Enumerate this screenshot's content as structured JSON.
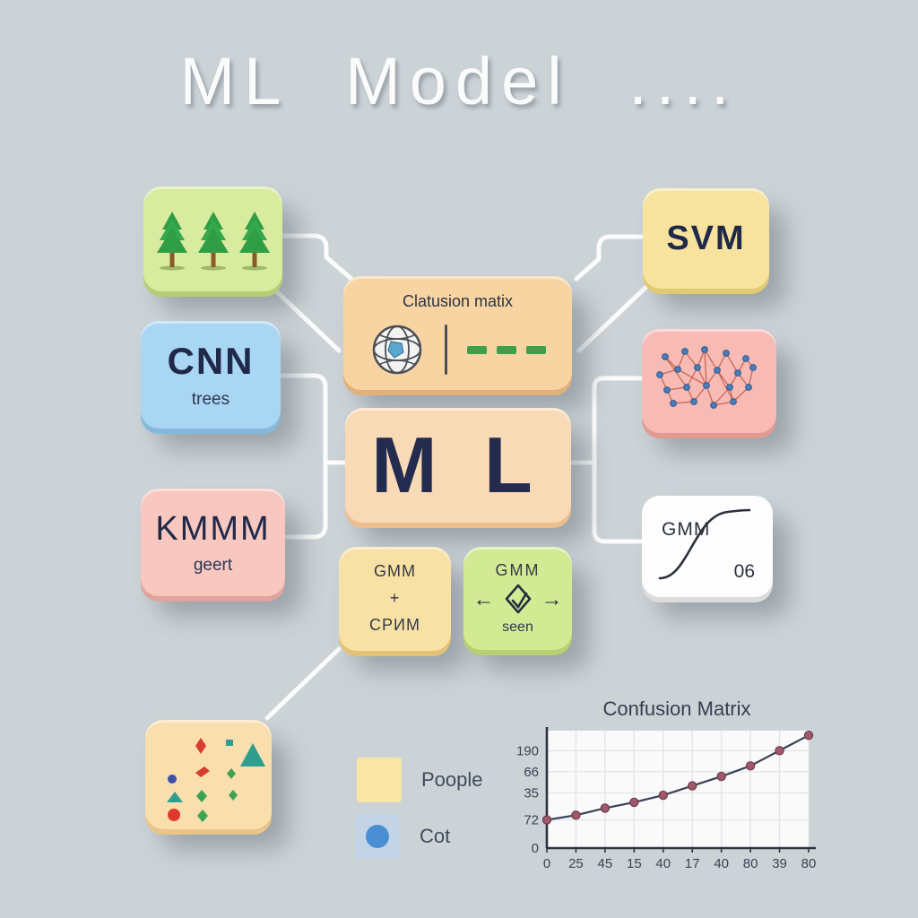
{
  "background": "#ccd3d7",
  "title": "ML Model ....",
  "boxes": {
    "trees": {
      "icon": "pine-trees-icon"
    },
    "cnn": {
      "title": "CNN",
      "subtitle": "trees"
    },
    "kmmm": {
      "title": "KMMM",
      "subtitle": "geert"
    },
    "clatusion": {
      "title": "Clatusion matix",
      "icons": [
        "globe-icon",
        "divider",
        "green-dashes-icon"
      ]
    },
    "ml": {
      "title": "M L"
    },
    "gmm_plus": {
      "line1": "GMM",
      "line2": "+",
      "line3": "CPИM"
    },
    "gmm_seen": {
      "title": "GMM",
      "left_arrow": "←",
      "right_arrow": "→",
      "icon": "diamond-check-icon",
      "subtitle": "seen"
    },
    "svm": {
      "title": "SVM"
    },
    "network": {
      "icon": "graph-network-icon"
    },
    "gmm06": {
      "title": "GMM",
      "icon": "sigmoid-curve-icon",
      "value": "06"
    },
    "scatter": {
      "icon": "scatter-shapes-icon"
    }
  },
  "legend": {
    "items": [
      {
        "label": "Poople",
        "swatch": "#fae6a6",
        "dot": null
      },
      {
        "label": "Cot",
        "swatch": "#c3d4e6",
        "dot": "#4a8fd4"
      }
    ]
  },
  "chart_data": {
    "type": "line",
    "title": "Confusion Matrix",
    "x_tick_labels": [
      "0",
      "25",
      "45",
      "15",
      "40",
      "17",
      "40",
      "80",
      "39",
      "80"
    ],
    "y_tick_labels": [
      "190",
      "66",
      "35",
      "72",
      "0"
    ],
    "y_tick_fractions": [
      0.17,
      0.35,
      0.53,
      0.76,
      1.0
    ],
    "values": [
      24,
      28,
      34,
      39,
      45,
      53,
      61,
      70,
      83,
      96
    ],
    "ylim": [
      0,
      100
    ],
    "grid": true,
    "plot_bg": "#fafafa",
    "grid_color": "#e2e5e9",
    "axis_color": "#2e333f",
    "line_color": "#3a4055",
    "marker_color": "#a2586c",
    "marker_edge": "#6e3a4a",
    "label_color": "#3a4354"
  },
  "colors": {
    "accent_green": "#3f9e4a",
    "node_blue": "#4a7cb8",
    "edge_red": "#c2604e"
  }
}
